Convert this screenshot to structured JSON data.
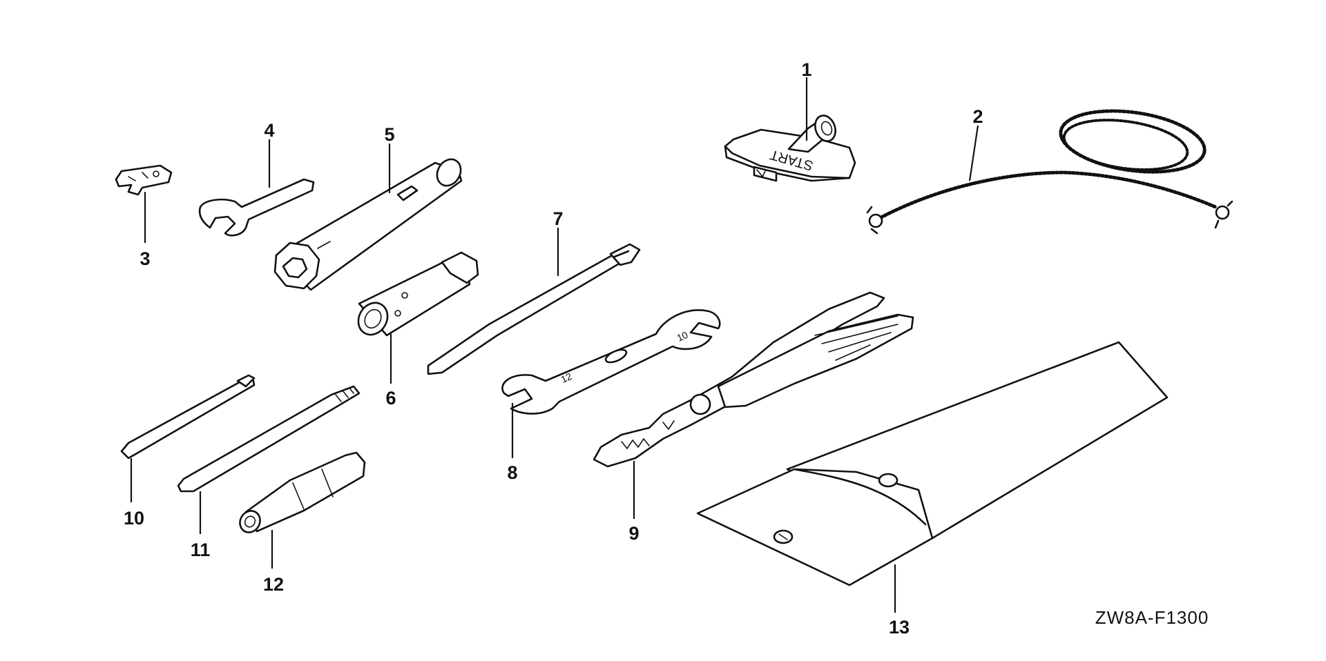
{
  "diagram": {
    "code": "ZW8A-F1300",
    "callouts": [
      {
        "id": "1",
        "label": "1"
      },
      {
        "id": "2",
        "label": "2"
      },
      {
        "id": "3",
        "label": "3"
      },
      {
        "id": "4",
        "label": "4"
      },
      {
        "id": "5",
        "label": "5"
      },
      {
        "id": "6",
        "label": "6"
      },
      {
        "id": "7",
        "label": "7"
      },
      {
        "id": "8",
        "label": "8"
      },
      {
        "id": "9",
        "label": "9"
      },
      {
        "id": "10",
        "label": "10"
      },
      {
        "id": "11",
        "label": "11"
      },
      {
        "id": "12",
        "label": "12"
      },
      {
        "id": "13",
        "label": "13"
      }
    ],
    "part_text": {
      "start_handle": "START",
      "wrench_size_a": "10",
      "wrench_size_b": "12"
    }
  }
}
